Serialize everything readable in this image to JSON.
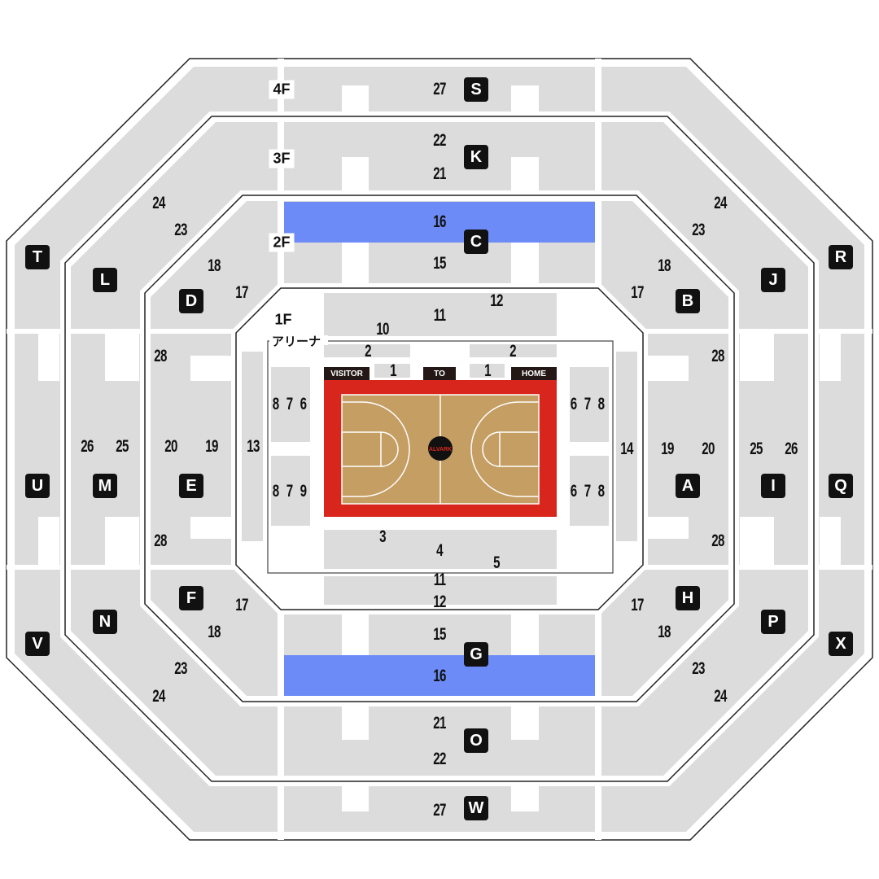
{
  "floors": {
    "f4": "4F",
    "f3": "3F",
    "f2": "2F",
    "f1": "1F",
    "arena": "アリーナ"
  },
  "sections": {
    "S": "S",
    "K": "K",
    "C": "C",
    "T": "T",
    "L": "L",
    "D": "D",
    "R": "R",
    "J": "J",
    "B": "B",
    "U": "U",
    "M": "M",
    "E": "E",
    "A": "A",
    "I": "I",
    "Q": "Q",
    "V": "V",
    "N": "N",
    "F": "F",
    "H": "H",
    "P": "P",
    "X": "X",
    "G": "G",
    "O": "O",
    "W": "W"
  },
  "rows": {
    "r27": "27",
    "r22": "22",
    "r21": "21",
    "r16": "16",
    "r15": "15",
    "r24": "24",
    "r23": "23",
    "r18": "18",
    "r17": "17",
    "r28": "28",
    "r26": "26",
    "r25": "25",
    "r20": "20",
    "r19": "19",
    "r13": "13",
    "r14": "14",
    "r11": "11",
    "r12": "12",
    "r10": "10",
    "r2": "2",
    "r1": "1",
    "r3": "3",
    "r4": "4",
    "r5": "5",
    "left_top": "8 7 6",
    "left_bottom": "8 7 9",
    "right_top": "6 7 8",
    "right_bottom": "6 7 8"
  },
  "court": {
    "visitor": "VISITOR",
    "to": "TO",
    "home": "HOME",
    "logo": "ALVARK"
  },
  "colors": {
    "seat": "#dcdcdc",
    "premium": "#6d8bf7",
    "court_border": "#d9261c",
    "court_floor": "#c59e63"
  }
}
